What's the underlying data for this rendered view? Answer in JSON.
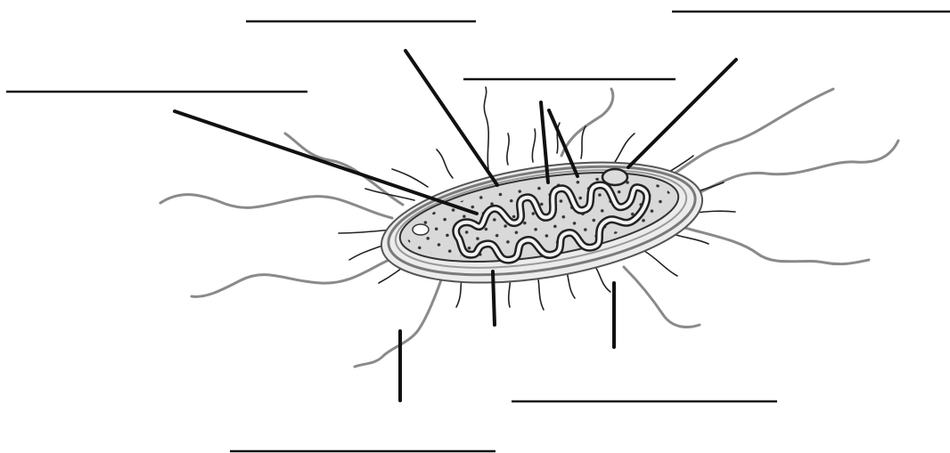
{
  "diagram": {
    "kind": "unlabeled bacterial cell worksheet",
    "colors": {
      "ink": "#111111",
      "membrane_gray": "#9a9a9a",
      "cytoplasm_fill": "#d9d9d9",
      "capsule_fill": "#ececec",
      "dna_outline": "#222222",
      "dna_fill": "#f4f4f4",
      "background": "#ffffff"
    },
    "labels": [
      {
        "id": "label-1",
        "text": ""
      },
      {
        "id": "label-2",
        "text": ""
      },
      {
        "id": "label-3",
        "text": ""
      },
      {
        "id": "label-4",
        "text": ""
      },
      {
        "id": "label-5",
        "text": ""
      },
      {
        "id": "label-6",
        "text": ""
      },
      {
        "id": "label-7",
        "text": ""
      }
    ]
  }
}
